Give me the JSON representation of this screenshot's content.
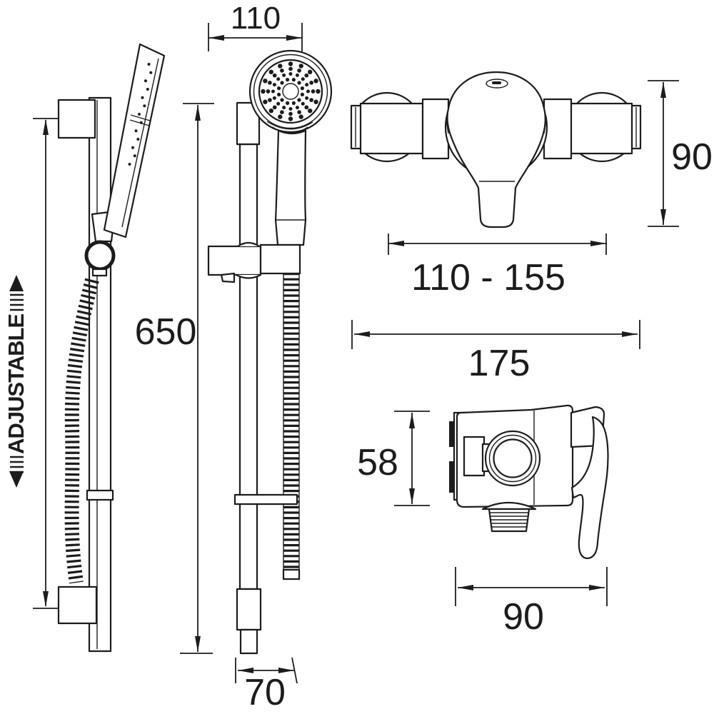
{
  "labels": {
    "rail_front_width_top": "110",
    "rail_front_height": "650",
    "rail_front_width_bottom": "70",
    "rail_side_adjustable": "ADJUSTABLE",
    "valve_front_height": "90",
    "valve_front_centres": "110 - 155",
    "valve_front_width": "175",
    "valve_side_height": "58",
    "valve_side_depth": "90"
  },
  "colors": {
    "line": "#1c1c1c",
    "background": "#ffffff"
  }
}
